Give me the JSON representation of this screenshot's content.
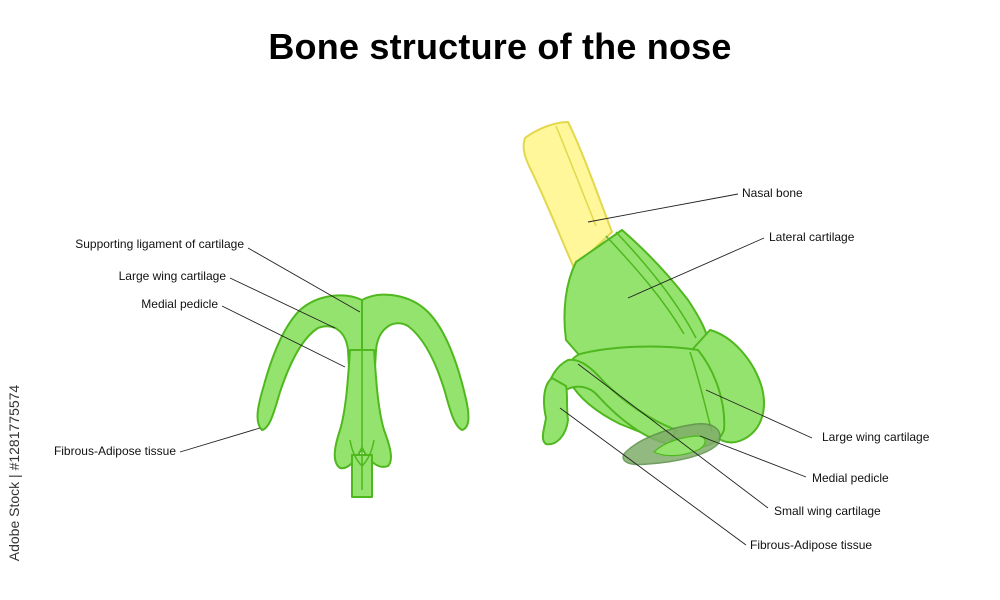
{
  "title": "Bone structure of the nose",
  "colors": {
    "cartilage_fill": "#95e36f",
    "cartilage_stroke": "#4fb81e",
    "bone_fill": "#fff79a",
    "bone_stroke": "#e2d84d",
    "tissue_fill": "#7fae6a"
  },
  "left_view": {
    "labels": {
      "supporting_ligament": "Supporting ligament of cartilage",
      "large_wing": "Large wing cartilage",
      "medial_pedicle": "Medial pedicle",
      "fibrous_adipose": "Fibrous-Adipose tissue"
    }
  },
  "right_view": {
    "labels": {
      "nasal_bone": "Nasal bone",
      "lateral_cartilage": "Lateral cartilage",
      "large_wing": "Large wing cartilage",
      "medial_pedicle": "Medial pedicle",
      "small_wing": "Small wing cartilage",
      "fibrous_adipose": "Fibrous-Adipose tissue"
    }
  },
  "watermark": "Adobe Stock | #1281775574"
}
